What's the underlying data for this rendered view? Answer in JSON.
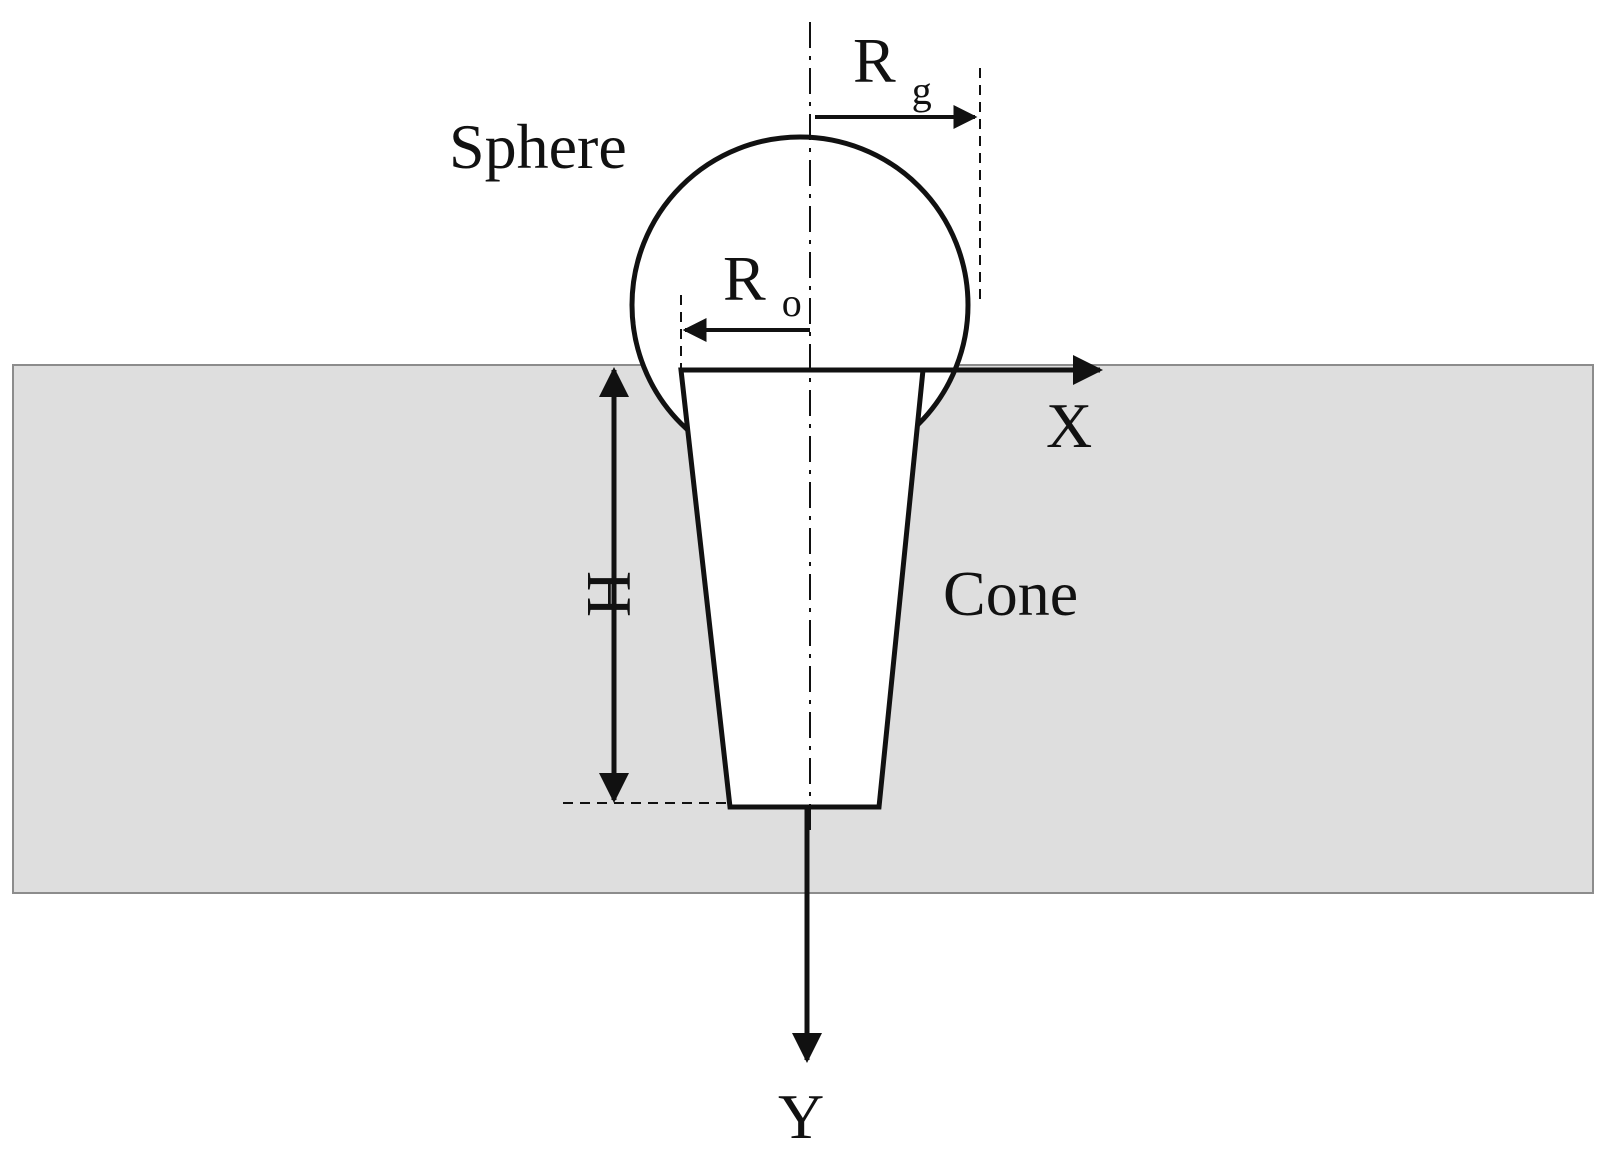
{
  "diagram": {
    "labels": {
      "sphere": "Sphere",
      "cone": "Cone",
      "x_axis": "X",
      "y_axis": "Y",
      "height": "H",
      "r_g_main": "R",
      "r_g_sub": "g",
      "r_o_main": "R",
      "r_o_sub": "o"
    },
    "colors": {
      "substrate_fill": "#dedede",
      "substrate_border": "#8c8c8c",
      "stroke": "#111111",
      "shape_fill": "#ffffff"
    }
  }
}
